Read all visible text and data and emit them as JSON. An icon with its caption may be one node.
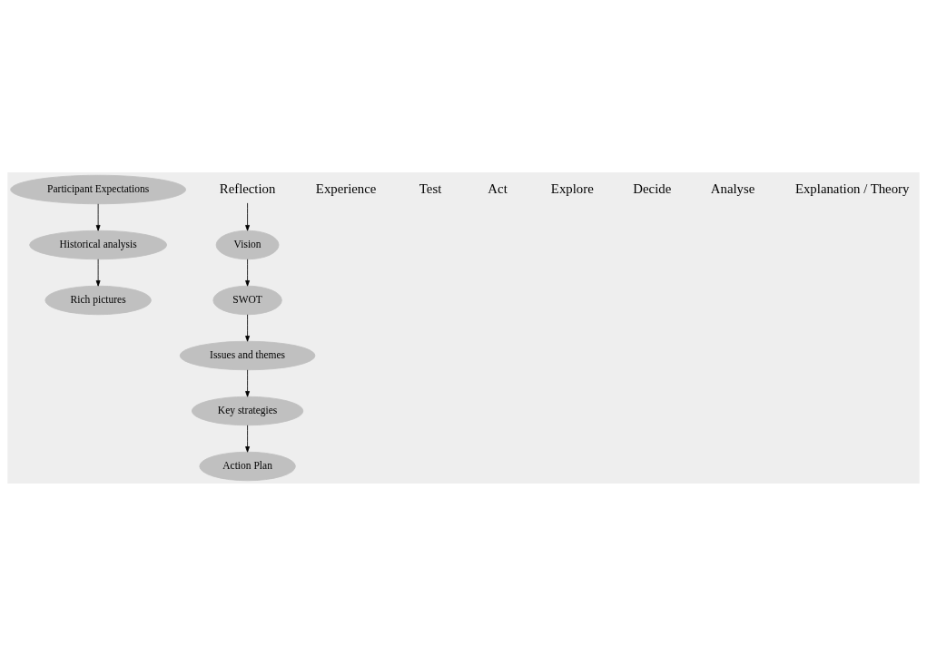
{
  "diagram": {
    "nodes": [
      {
        "text": [
          "Participant Expectations"
        ]
      },
      {
        "text": [
          "Historical analysis"
        ]
      },
      {
        "text": [
          "Rich pictures"
        ]
      },
      {
        "text": [
          "Vision"
        ]
      },
      {
        "text": [
          "Reflection"
        ]
      },
      {
        "text": [
          "SWOT"
        ]
      },
      {
        "text": [
          "Issues and themes"
        ]
      },
      {
        "text": [
          "Key strategies"
        ]
      },
      {
        "text": [
          "Action Plan"
        ]
      }
    ],
    "edges": [
      {
        "from": 0,
        "to": 1,
        "arrow": "to"
      },
      {
        "from": 1,
        "to": 2,
        "arrow": "to"
      },
      {
        "from": 4,
        "to": 3,
        "arrow": "to"
      },
      {
        "from": 3,
        "to": 5,
        "arrow": "to"
      },
      {
        "from": 5,
        "to": 6,
        "arrow": "to"
      },
      {
        "from": 6,
        "to": 7,
        "arrow": "to"
      },
      {
        "from": 7,
        "to": 8,
        "arrow": "to"
      }
    ],
    "labels": [
      "Experience",
      "Test",
      "Act",
      "Explore",
      "Decide",
      "Analyse",
      "Explanation / Theory"
    ]
  }
}
